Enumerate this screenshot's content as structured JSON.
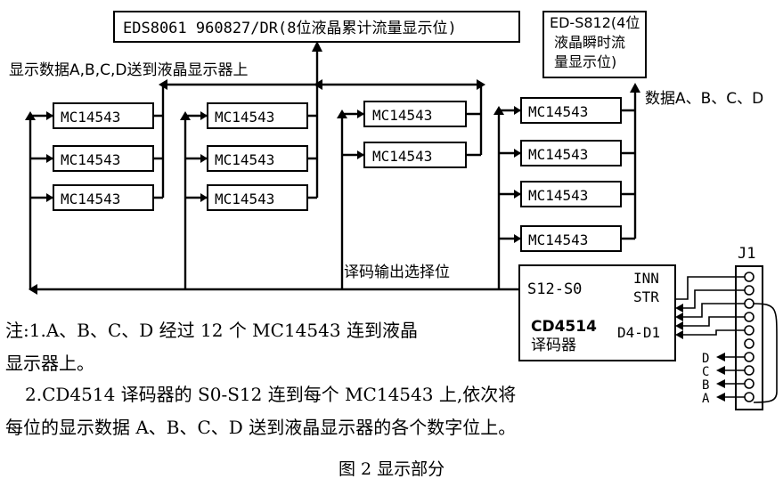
{
  "display_top": "EDS8061 960827/DR(8位液晶累计流量显示位)",
  "display_right": {
    "line1": "ED-S812(4位",
    "line2": "液晶瞬时流",
    "line3": "量显示位)"
  },
  "label_send_data": "显示数据A,B,C,D送到液晶显示器上",
  "label_data_abcd": "数据A、B、C、D",
  "label_decode_select": "译码输出选择位",
  "chip_label": "MC14543",
  "decoder": {
    "s": "S12-S0",
    "inn": "INN",
    "str": "STR",
    "name": "CD4514",
    "desc": "译码器",
    "d": "D4-D1"
  },
  "connector": {
    "name": "J1",
    "pins": [
      "D",
      "C",
      "B",
      "A"
    ]
  },
  "notes": {
    "n1a": "注:1.A、B、C、D 经过 12 个 MC14543 连到液晶",
    "n1b": "显示器上。",
    "n2a": "2.CD4514 译码器的 S0-S12 连到每个 MC14543 上,依次将",
    "n2b": "每位的显示数据 A、B、C、D 送到液晶显示器的各个数字位上。"
  },
  "caption": "图 2  显示部分"
}
